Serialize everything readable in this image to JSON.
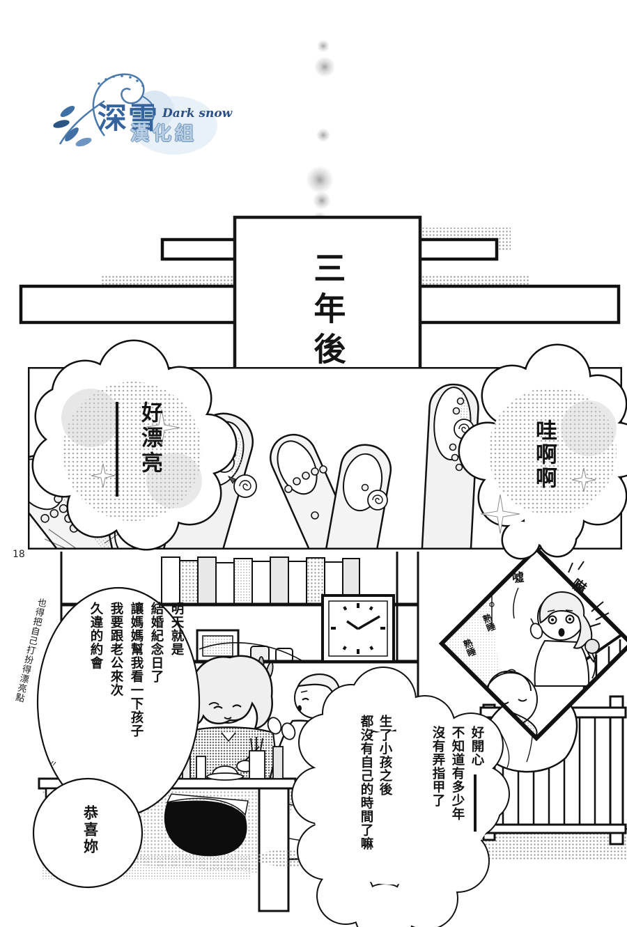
{
  "logo": {
    "main": "深雪",
    "sub": "Dark snow",
    "group": "漢化組"
  },
  "page_number": "18",
  "panels": {
    "time_box": "三年後"
  },
  "sfx": {
    "cloud_left": "好漂亮",
    "cloud_right": "哇啊啊",
    "shh": "噓",
    "startle": "嚇",
    "asleep_1": "熟睡",
    "asleep_2": "熟睡",
    "ticks": "〃"
  },
  "bubbles": {
    "plan": {
      "lines": [
        "明天就是",
        "結婚紀念日了",
        "讓媽媽幫我看一下孩子",
        "我要跟老公來次",
        "久違的約會"
      ],
      "note": "也得把自己打扮得漂亮點"
    },
    "congrats": "恭喜妳",
    "no_time": [
      "生了小孩之後",
      "都沒有自己的時間了嘛"
    ],
    "happy": [
      "好開心",
      "不知道有多少年",
      "沒有弄指甲了"
    ]
  },
  "colors": {
    "ink": "#141414",
    "logo_blue": "#35639d",
    "logo_light": "#b9cfe4"
  }
}
